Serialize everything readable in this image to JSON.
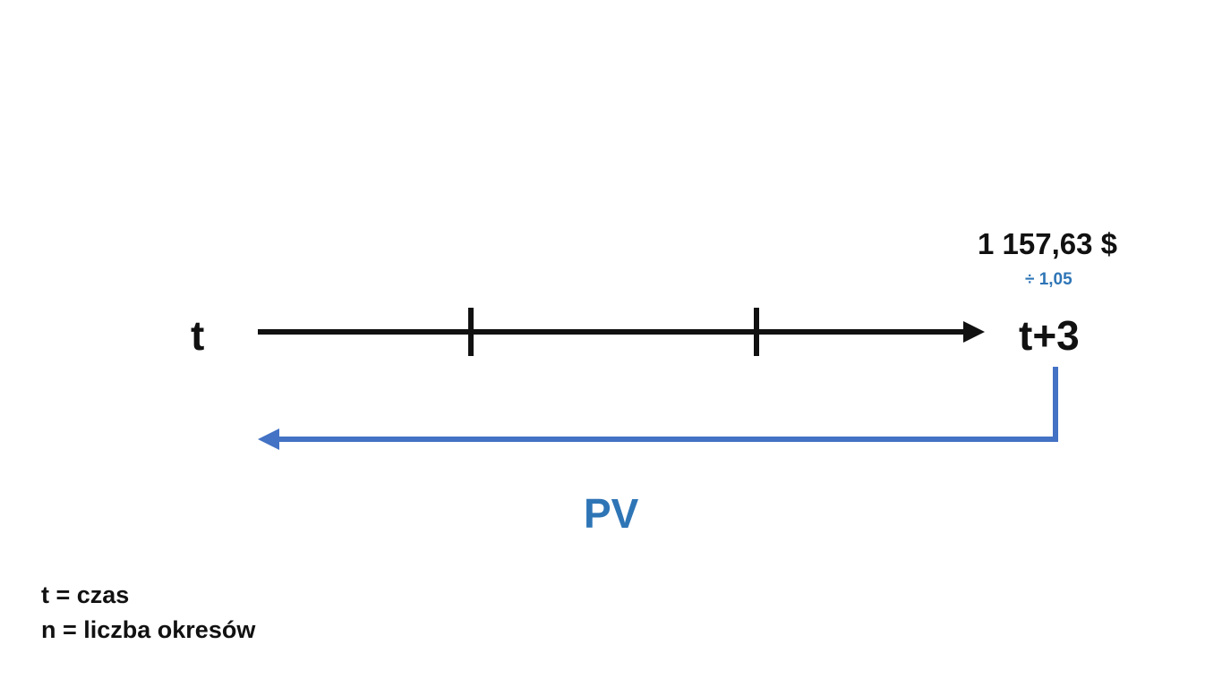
{
  "timeline": {
    "start_label": "t",
    "end_label": "t+3",
    "tick_count": 2
  },
  "value": {
    "amount": "1 157,63 $",
    "divisor": "÷ 1,05"
  },
  "discount_arrow": {
    "label": "PV"
  },
  "legend": {
    "items": [
      "t = czas",
      "n = liczba okresów"
    ]
  },
  "colors": {
    "timeline": "#111111",
    "arrow": "#4472c4",
    "accent_text": "#2e75b6"
  }
}
